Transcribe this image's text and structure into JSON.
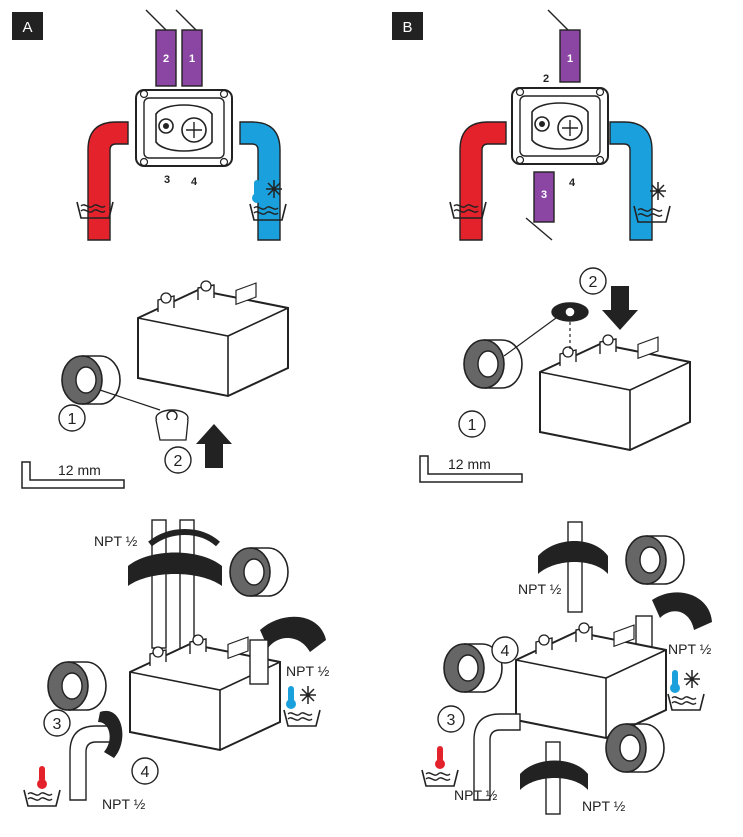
{
  "panels": {
    "a": {
      "badge": "A"
    },
    "b": {
      "badge": "B"
    }
  },
  "ports": {
    "a": {
      "p1": "1",
      "p2": "2",
      "p3": "3",
      "p4": "4"
    },
    "b": {
      "p1": "1",
      "p2": "2",
      "p3": "3",
      "p4": "4"
    }
  },
  "steps": {
    "a_mid": {
      "s1": "1",
      "s2": "2"
    },
    "b_mid": {
      "s1": "1",
      "s2": "2"
    },
    "a_bot": {
      "s3": "3",
      "s4": "4"
    },
    "b_bot": {
      "s3": "3",
      "s4": "4"
    }
  },
  "tool": {
    "a": "12 mm",
    "b": "12 mm"
  },
  "thread": {
    "label": "NPT ½"
  },
  "colors": {
    "hot": "#e4222b",
    "cold": "#1aa0dc",
    "purple": "#8b46a3",
    "ink": "#222222"
  },
  "icons": [
    "hot-water-icon",
    "cold-water-icon",
    "arrow-up-icon",
    "arrow-down-icon",
    "allen-key-icon",
    "sealing-tape-icon"
  ]
}
